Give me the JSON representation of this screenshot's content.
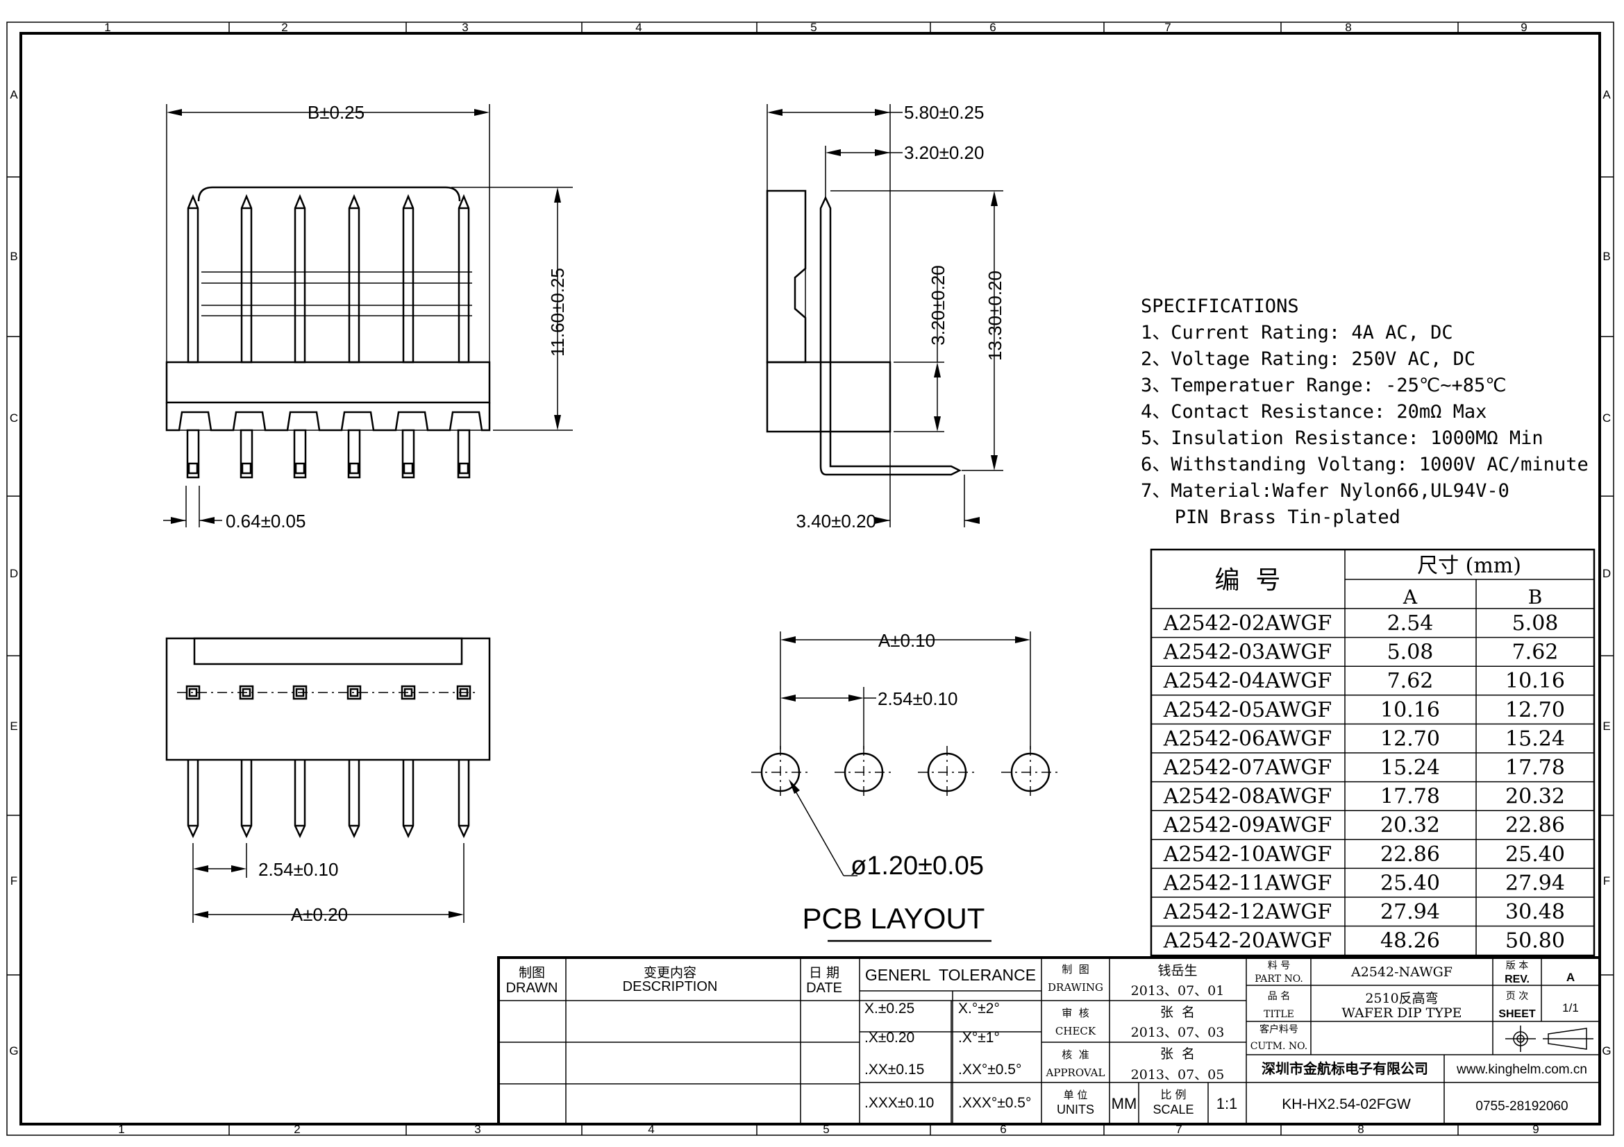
{
  "border": {
    "columns_top": [
      "1",
      "2",
      "3",
      "4",
      "5",
      "6",
      "7",
      "8",
      "9"
    ],
    "columns_bottom": [
      "1",
      "2",
      "3",
      "4",
      "5",
      "6",
      "7",
      "8",
      "9"
    ],
    "rows_left": [
      "A",
      "B",
      "C",
      "D",
      "E",
      "F",
      "G"
    ],
    "rows_right": [
      "A",
      "B",
      "C",
      "D",
      "E",
      "F",
      "G"
    ]
  },
  "front_view": {
    "dim_width": "B±0.25",
    "dim_height": "11.60±0.25",
    "dim_pin": "0.64±0.05"
  },
  "side_view": {
    "dim_depth": "5.80±0.25",
    "dim_pin_offset": "3.20±0.20",
    "dim_lower_height": "3.20±0.20",
    "dim_total_height": "13.30±0.20",
    "dim_tail": "3.40±0.20"
  },
  "bottom_view": {
    "dim_pitch": "2.54±0.10",
    "dim_span": "A±0.20"
  },
  "pcb_layout": {
    "dim_span": "A±0.10",
    "dim_pitch": "2.54±0.10",
    "dim_hole": "ø1.20±0.05",
    "label": "PCB LAYOUT"
  },
  "specifications": {
    "title": "SPECIFICATIONS",
    "lines": [
      "1、Current Rating: 4A AC, DC",
      "2、Voltage Rating: 250V AC, DC",
      "3、Temperatuer Range: -25℃~+85℃",
      "4、Contact Resistance: 20mΩ  Max",
      "5、Insulation Resistance: 1000MΩ  Min",
      "6、Withstanding Voltang: 1000V AC/minute",
      "7、Material:Wafer Nylon66,UL94V-0",
      "   PIN Brass Tin-plated"
    ]
  },
  "dimension_table": {
    "header_part": "编  号",
    "header_size": "尺寸 (mm)",
    "header_a": "A",
    "header_b": "B",
    "rows": [
      {
        "part": "A2542-02AWGF",
        "a": "2.54",
        "b": "5.08"
      },
      {
        "part": "A2542-03AWGF",
        "a": "5.08",
        "b": "7.62"
      },
      {
        "part": "A2542-04AWGF",
        "a": "7.62",
        "b": "10.16"
      },
      {
        "part": "A2542-05AWGF",
        "a": "10.16",
        "b": "12.70"
      },
      {
        "part": "A2542-06AWGF",
        "a": "12.70",
        "b": "15.24"
      },
      {
        "part": "A2542-07AWGF",
        "a": "15.24",
        "b": "17.78"
      },
      {
        "part": "A2542-08AWGF",
        "a": "17.78",
        "b": "20.32"
      },
      {
        "part": "A2542-09AWGF",
        "a": "20.32",
        "b": "22.86"
      },
      {
        "part": "A2542-10AWGF",
        "a": "22.86",
        "b": "25.40"
      },
      {
        "part": "A2542-11AWGF",
        "a": "25.40",
        "b": "27.94"
      },
      {
        "part": "A2542-12AWGF",
        "a": "27.94",
        "b": "30.48"
      },
      {
        "part": "A2542-20AWGF",
        "a": "48.26",
        "b": "50.80"
      }
    ]
  },
  "title_block": {
    "drawn_cn": "制图",
    "drawn_en": "DRAWN",
    "desc_cn": "变更内容",
    "desc_en": "DESCRIPTION",
    "date_cn": "日 期",
    "date_en": "DATE",
    "tolerance_title": "GENERL  TOLERANCE",
    "tolerances": [
      {
        "linear": "X.±0.25",
        "angular": "X.°±2°"
      },
      {
        "linear": ".X±0.20",
        "angular": ".X°±1°"
      },
      {
        "linear": ".XX±0.15",
        "angular": ".XX°±0.5°"
      },
      {
        "linear": ".XXX±0.10",
        "angular": ".XXX°±0.5°"
      }
    ],
    "drawing_cn": "制  图",
    "drawing_en": "DRAWING",
    "drawing_name": "钱岳生",
    "drawing_date": "2013、07、01",
    "check_cn": "审  核",
    "check_en": "CHECK",
    "check_name": "张  名",
    "check_date": "2013、07、03",
    "approval_cn": "核  准",
    "approval_en": "APPROVAL",
    "approval_name": "张  名",
    "approval_date": "2013、07、05",
    "units_cn": "单 位",
    "units_en": "UNITS",
    "units_value": "MM",
    "scale_cn": "比 例",
    "scale_en": "SCALE",
    "scale_value": "1:1",
    "part_no_cn": "料 号",
    "part_no_en": "PART NO.",
    "part_no_value": "A2542-NAWGF",
    "title_cn": "品 名",
    "title_en": "TITLE",
    "title_value_cn": "2510反高弯",
    "title_value_en": "WAFER DIP TYPE",
    "cust_no_cn": "客户料号",
    "cust_no_en": "CUTM. NO.",
    "rev_cn": "版 本",
    "rev_en": "REV.",
    "rev_value": "A",
    "sheet_cn": "页 次",
    "sheet_en": "SHEET",
    "sheet_value": "1/1",
    "company": "深圳市金航标电子有限公司",
    "website": "www.kinghelm.com.cn",
    "drawing_number": "KH-HX2.54-02FGW",
    "phone": "0755-28192060"
  }
}
